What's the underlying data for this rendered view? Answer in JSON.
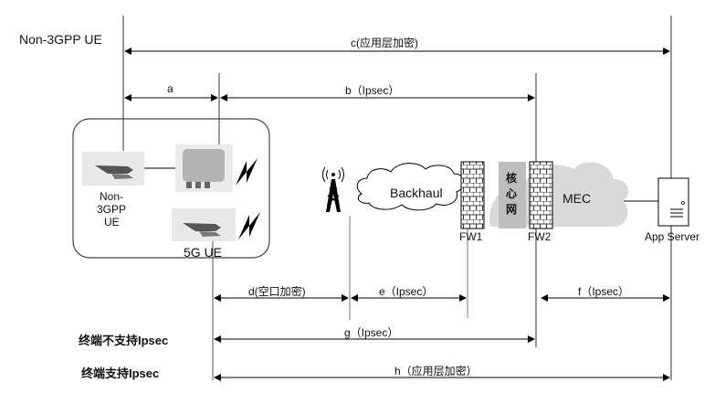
{
  "rows": {
    "non3gpp_ue": "Non-3GPP UE",
    "terminal_no_ipsec": "终端不支持Ipsec",
    "terminal_ipsec": "终端支持Ipsec"
  },
  "segments": {
    "a": "a",
    "b": "b（Ipsec）",
    "c": "c(应用层加密)",
    "d": "d(空口加密)",
    "e": "e（Ipsec）",
    "f": "f（Ipsec）",
    "g": "g（Ipsec）",
    "h": "h（应用层加密）"
  },
  "nodes": {
    "non3gpp_ue_label_1": "Non-",
    "non3gpp_ue_label_2": "3GPP",
    "non3gpp_ue_label_3": "UE",
    "fiveg_ue": "5G UE",
    "backhaul": "Backhaul",
    "core_net": [
      "核",
      "心",
      "网"
    ],
    "fw1": "FW1",
    "fw2": "FW2",
    "mec": "MEC",
    "app_server": "App Server"
  },
  "colors": {
    "cloud_gray": "#d9d9d9",
    "core_gray": "#bdbdbd",
    "line": "#000000",
    "divider": "#777777"
  }
}
